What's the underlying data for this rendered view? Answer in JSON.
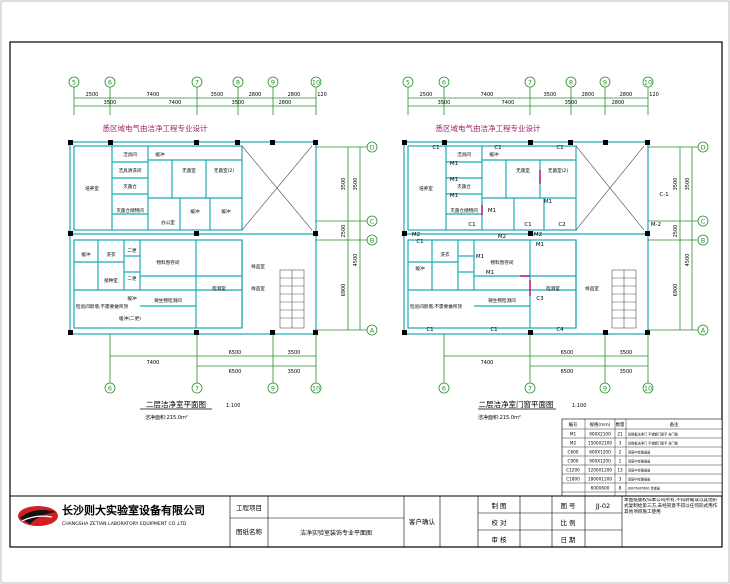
{
  "plan_left": {
    "title": "二层洁净室平面图",
    "scale": "1:100",
    "area": "洁净面积:215.0m²",
    "heading": "悉区域电气由洁净工程专业设计",
    "axis_cols": [
      "5",
      "6",
      "7",
      "8",
      "9",
      "10"
    ],
    "axis_rows": [
      "A",
      "B",
      "C",
      "D"
    ],
    "dims_top_outer": [
      "2500",
      "7400",
      "3500",
      "2800",
      "2800",
      "120"
    ],
    "dims_top_inner": [
      "3500",
      "7400",
      "3500",
      "2800"
    ],
    "dims_bottom_outer": [
      "7400",
      "6500",
      "3500"
    ],
    "dims_bottom_inner": [
      "6500",
      "3500"
    ],
    "dims_right": [
      "3500",
      "3500",
      "2500",
      "4500",
      "6900"
    ],
    "rooms": [
      "洁具间",
      "洁具清洗间",
      "灭菌仓",
      "灭菌仓储物间",
      "缓冲",
      "无菌室",
      "无菌室(2)",
      "缓冲",
      "缓冲",
      "培养室",
      "办公室",
      "缓冲",
      "洗衣",
      "二更",
      "接种室",
      "物料暂存间",
      "二更",
      "缓冲",
      "检测室",
      "微生物检测间",
      "缓冲(二更)",
      "样品室",
      "样品室"
    ],
    "note": "检验间新增,不需要做吊顶"
  },
  "plan_right": {
    "title": "二层洁净室门窗平面图",
    "scale": "1:100",
    "area": "洁净面积:215.0m²",
    "heading": "悉区域电气由洁净工程专业设计",
    "door_tags": [
      "C1",
      "C1",
      "C1",
      "M1",
      "M1",
      "M1",
      "M1",
      "C1",
      "C1",
      "M1",
      "C2",
      "C1",
      "M2",
      "M2",
      "M1",
      "M1",
      "M1",
      "M2",
      "C3",
      "C1",
      "C4",
      "C1",
      "M-2",
      "C-1"
    ]
  },
  "schedule": {
    "headers": [
      "编号",
      "规格(mm)",
      "数量",
      "备注"
    ],
    "rows": [
      [
        "M1",
        "900X2100",
        "21",
        "彩钢板洁净门 不锈钢门把手 含门锁"
      ],
      [
        "M2",
        "1500X2100",
        "3",
        "彩钢板洁净门 不锈钢门把手 含门锁"
      ],
      [
        "C600",
        "600X1200",
        "2",
        "双层中空玻璃窗"
      ],
      [
        "C900",
        "900X1200",
        "1",
        "双层中空玻璃窗"
      ],
      [
        "C1200",
        "1200X1200",
        "13",
        "双层中空玻璃窗"
      ],
      [
        "C1800",
        "1800X1200",
        "3",
        "双层中空玻璃窗"
      ],
      [
        "",
        "600X600",
        "8",
        "600*600*600 传递窗"
      ]
    ]
  },
  "titleblock": {
    "company_cn": "长沙则大实验室设备有限公司",
    "company_en": "CHANGSHA ZETIAN LABORATORY EQUIPMENT CO.,LTD.",
    "project_label": "工程项目",
    "project_value": "",
    "drawing_label": "图纸名称",
    "drawing_value": "洁净实验室装饰专业平面图",
    "client_label": "客户确认",
    "draw_label": "制 图",
    "check_label": "校 对",
    "review_label": "审 核",
    "sheet_label": "图 号",
    "sheet_value": "JJ-02",
    "scale_label": "比 例",
    "date_label": "日 期",
    "note": "本图纸版权归本公司所有,不得转载或以其他形式复制给第三方,未经同意不得以任何形式用作其他项目施工使用"
  }
}
